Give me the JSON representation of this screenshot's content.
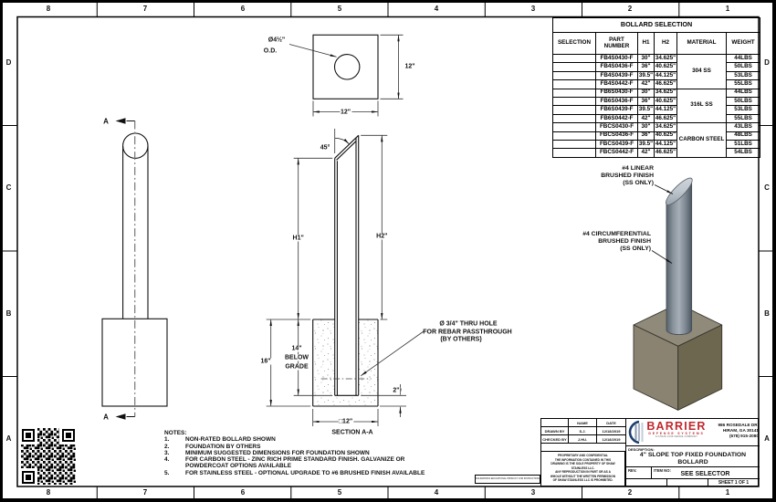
{
  "border": {
    "cols": [
      "8",
      "7",
      "6",
      "5",
      "4",
      "3",
      "2",
      "1"
    ],
    "rows": [
      "D",
      "C",
      "B",
      "A"
    ]
  },
  "table": {
    "title": "BOLLARD SELECTION",
    "col_selection": "SELECTION",
    "col_part": "PART NUMBER",
    "col_h1": "H1",
    "col_h2": "H2",
    "col_material": "MATERIAL",
    "col_weight": "WEIGHT",
    "materials": [
      "304 SS",
      "316L SS",
      "CARBON STEEL"
    ],
    "rows": [
      {
        "part": "FB4S0430-F",
        "h1": "30\"",
        "h2": "34.625\"",
        "weight": "44LBS"
      },
      {
        "part": "FB4S0436-F",
        "h1": "36\"",
        "h2": "40.625\"",
        "weight": "50LBS"
      },
      {
        "part": "FB4S0439-F",
        "h1": "39.5\"",
        "h2": "44.125\"",
        "weight": "53LBS"
      },
      {
        "part": "FB4S0442-F",
        "h1": "42\"",
        "h2": "46.625\"",
        "weight": "55LBS"
      },
      {
        "part": "FB6S0430-F",
        "h1": "30\"",
        "h2": "34.625\"",
        "weight": "44LBS"
      },
      {
        "part": "FB6S0436-F",
        "h1": "36\"",
        "h2": "40.625\"",
        "weight": "50LBS"
      },
      {
        "part": "FB6S0439-F",
        "h1": "39.5\"",
        "h2": "44.125\"",
        "weight": "53LBS"
      },
      {
        "part": "FB6S0442-F",
        "h1": "42\"",
        "h2": "46.625\"",
        "weight": "55LBS"
      },
      {
        "part": "FBCS0430-F",
        "h1": "30\"",
        "h2": "34.625\"",
        "weight": "43LBS"
      },
      {
        "part": "FBCS0436-F",
        "h1": "36\"",
        "h2": "40.625\"",
        "weight": "48LBS"
      },
      {
        "part": "FBCS0439-F",
        "h1": "39.5\"",
        "h2": "44.125\"",
        "weight": "51LBS"
      },
      {
        "part": "FBCS0442-F",
        "h1": "42\"",
        "h2": "46.625\"",
        "weight": "54LBS"
      }
    ]
  },
  "top_view": {
    "dia_label": "Ø4½\"",
    "od_label": "O.D.",
    "dim_width": "12\"",
    "dim_height": "12\""
  },
  "front_view": {
    "marker_top": "A",
    "marker_bottom": "A"
  },
  "section_view": {
    "angle": "45°",
    "h1": "H1\"",
    "h2": "H2\"",
    "d16": "16\"",
    "d14": "14\"",
    "below": "BELOW",
    "grade": "GRADE",
    "d2": "2\"",
    "hole_l1": "Ø 3/4\" THRU HOLE",
    "hole_l2": "FOR REBAR PASSTHROUGH",
    "hole_l3": "(BY OTHERS)",
    "sq12": "□12\"",
    "title": "SECTION A-A"
  },
  "iso_view": {
    "label1_l1": "#4 LINEAR",
    "label1_l2": "BRUSHED FINISH",
    "label1_l3": "(SS ONLY)",
    "label2_l1": "#4 CIRCUMFERENTIAL",
    "label2_l2": "BRUSHED FINISH",
    "label2_l3": "(SS ONLY)",
    "colors": {
      "cube_top": "#908a7a",
      "cube_left": "#8b8371",
      "cube_right": "#6e6750",
      "steel_mid": "#a6aeb6",
      "steel_dark": "#4d5760"
    }
  },
  "notes": {
    "title": "NOTES:",
    "items": [
      {
        "num": "1.",
        "text": "NON-RATED BOLLARD SHOWN"
      },
      {
        "num": "2.",
        "text": "FOUNDATION BY OTHERS"
      },
      {
        "num": "3.",
        "text": "MINIMUM SUGGESTED DIMENSIONS FOR FOUNDATION SHOWN"
      },
      {
        "num": "4.",
        "text": "FOR CARBON STEEL - ZINC RICH PRIME STANDARD FINISH. GALVANIZE OR POWDERCOAT OPTIONS AVAILABLE"
      },
      {
        "num": "5.",
        "text": "FOR STAINLESS STEEL - OPTIONAL UPGRADE TO #6 BRUSHED FINISH AVAILABLE"
      }
    ]
  },
  "title_block": {
    "name_h": "NAME",
    "date_h": "DATE",
    "drawn_lbl": "DRAWN BY",
    "drawn_name": "S.J.",
    "drawn_date": "12/18/2019",
    "checked_lbl": "CHECKED BY",
    "checked_name": "J.HU.",
    "checked_date": "12/18/2019",
    "prop_lines": [
      "PROPRIETARY AND CONFIDENTIAL",
      "THE INFORMATION CONTAINED IN THIS",
      "DRAWING IS THE SOLE PROPERTY OF SHAW",
      "STAINLESS LLC.",
      "ANY REPRODUCTION IN PART OR AS A",
      "WHOLE WITHOUT THE WRITTEN PERMISSION",
      "OF SHAW STAINLESS LLC IS PROHIBITED."
    ],
    "logo_main": "BARRIER",
    "logo_sub": "DEFENSE SYSTEMS",
    "logo_tag": "A CHAIN LINK FENCE COMPANY",
    "addr1": "986 ROSEDALE DR.",
    "addr2": "HIRAM, GA 30141",
    "addr3": "(678) 915-2080",
    "desc_lbl": "DESCRIPTION:",
    "desc_l1": "4\" SLOPE TOP FIXED FOUNDATION",
    "desc_l2": "BOLLARD",
    "rev_lbl": "REV.",
    "item_lbl": "ITEM NO:",
    "item_val": "SEE SELECTOR",
    "sheet": "SHEET 1 OF 1"
  },
  "watermark": "SOLIDWORKS EDUCATIONAL PRODUCT. FOR INSTRUCTIONAL USE ONLY."
}
